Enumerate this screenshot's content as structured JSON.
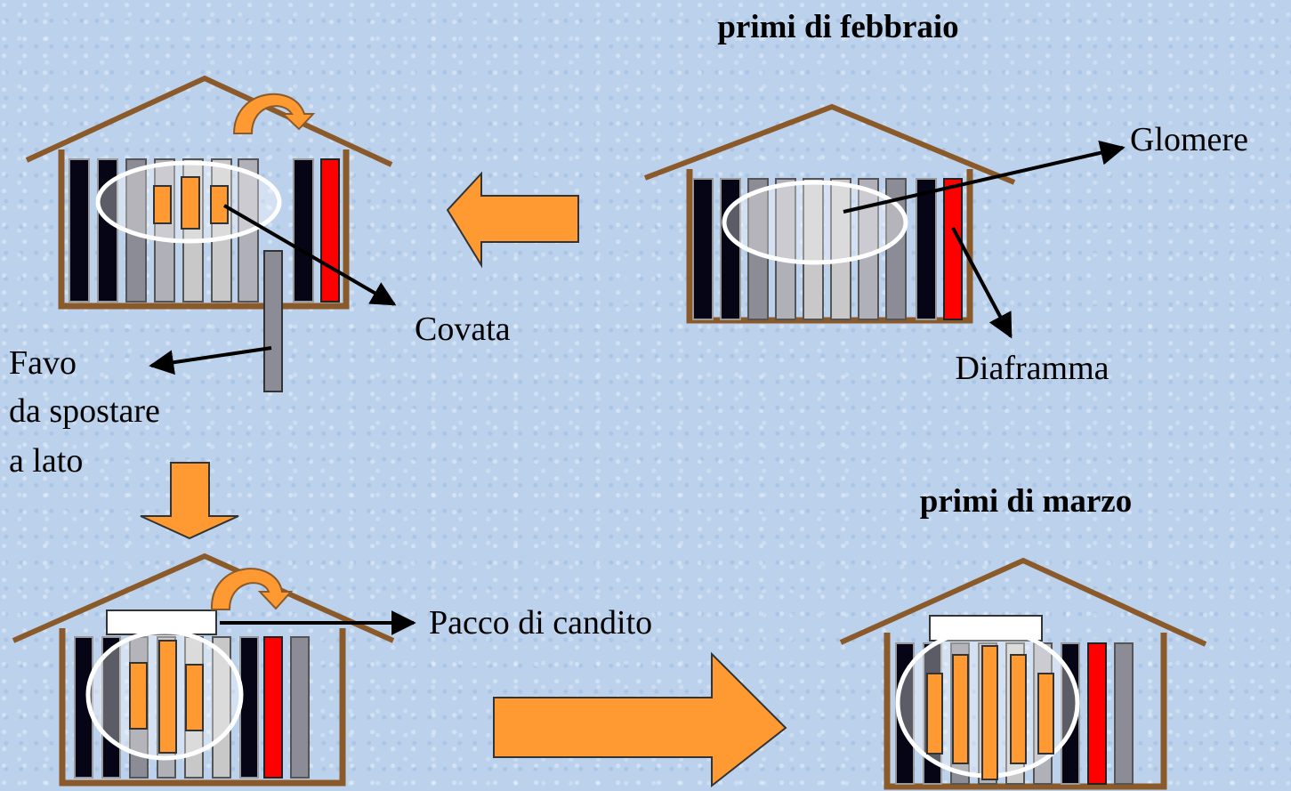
{
  "titles": {
    "febbraio": "primi di febbraio",
    "marzo": "primi di marzo"
  },
  "labels": {
    "glomere": "Glomere",
    "diaframma": "Diaframma",
    "covata": "Covata",
    "favo_line1": "Favo",
    "favo_line2": "da spostare",
    "favo_line3": "a lato",
    "candito": "Pacco di candito"
  },
  "colors": {
    "background": "#bcd2ec",
    "roof": "#8b5a2b",
    "frame_dark": "#050516",
    "frame_gray": "#8c8c96",
    "frame_light": "#c8c8c8",
    "diaphragm": "#ff0000",
    "brood": "#ff9a33",
    "arrow": "#ff9a33",
    "cluster_outline": "#ffffff"
  }
}
